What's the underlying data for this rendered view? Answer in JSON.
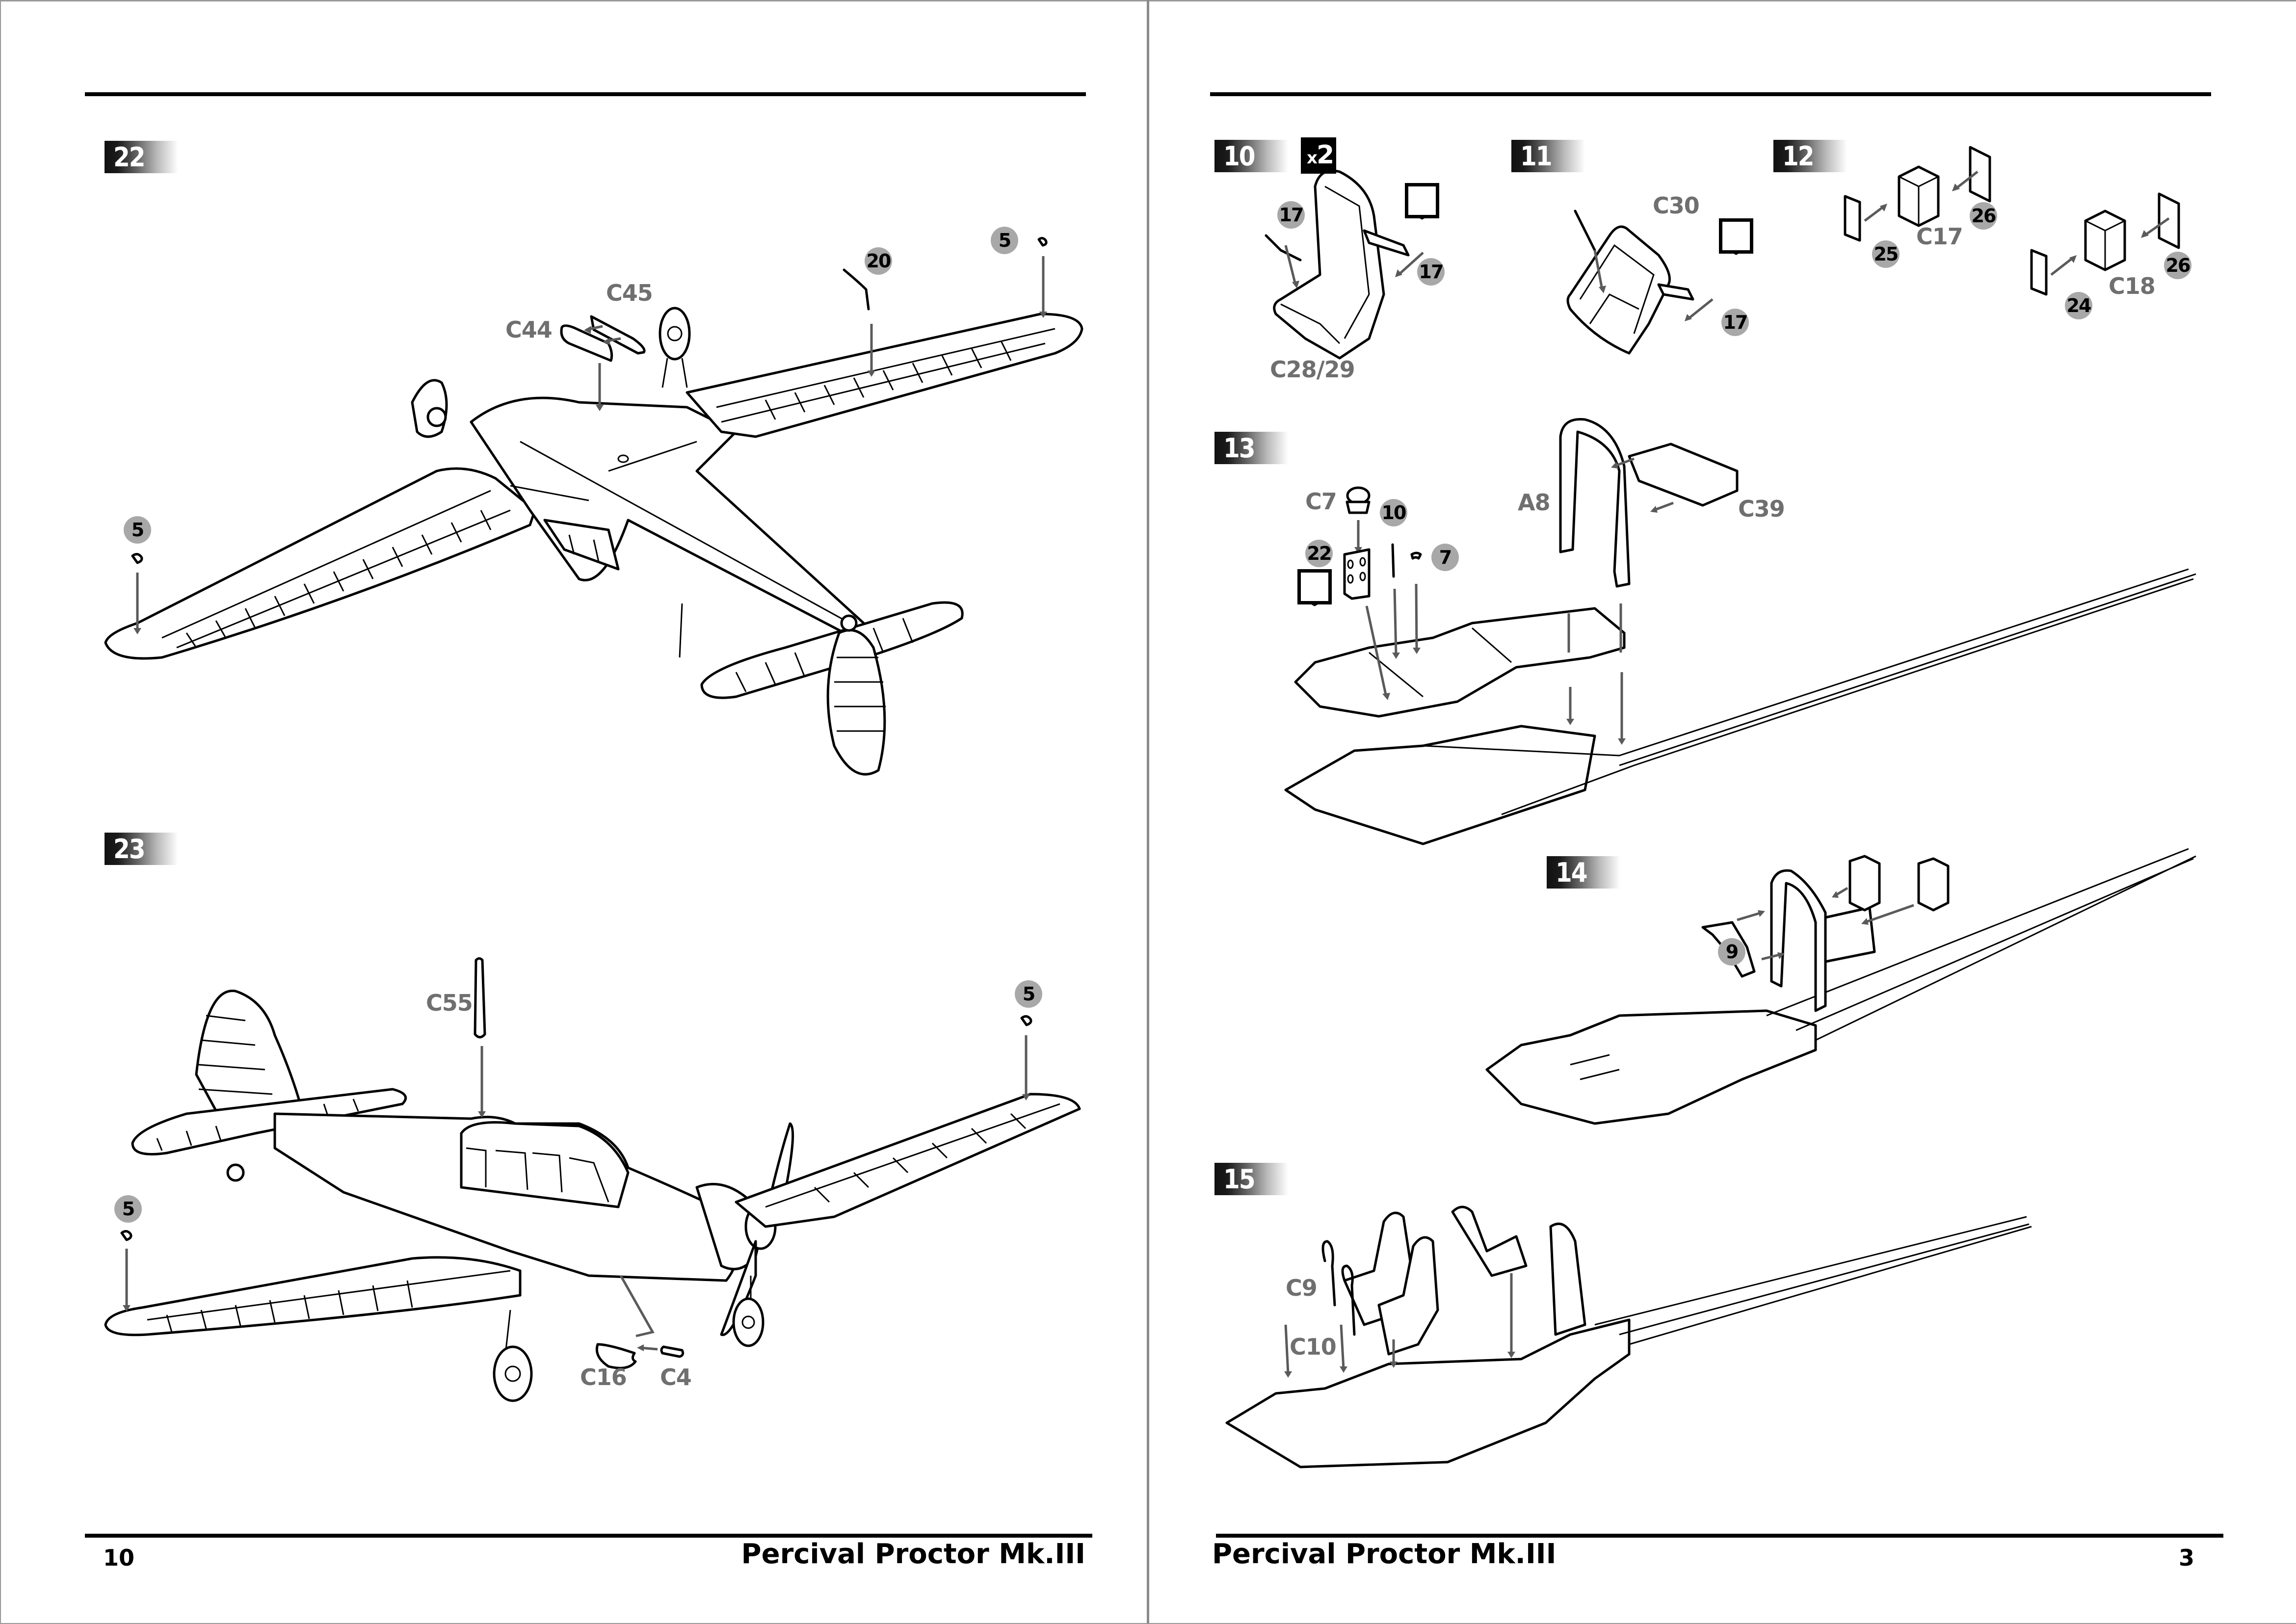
{
  "document": "Model kit assembly instructions spread",
  "left_page": {
    "page_number": "10",
    "footer_title": "Percival Proctor Mk.III",
    "steps": [
      {
        "number": "22",
        "parts": [
          "C44",
          "C45"
        ],
        "callouts": [
          "20",
          "5",
          "5"
        ]
      },
      {
        "number": "23",
        "parts": [
          "C55",
          "C16",
          "C4"
        ],
        "callouts": [
          "5",
          "5"
        ]
      }
    ]
  },
  "right_page": {
    "page_number": "3",
    "footer_title": "Percival Proctor Mk.III",
    "steps": [
      {
        "number": "10",
        "multiplier": {
          "prefix": "x",
          "count": "2"
        },
        "parts": [
          "C28/29"
        ],
        "callouts": [
          "17",
          "17"
        ],
        "icons": [
          "underside-attach-icon"
        ]
      },
      {
        "number": "11",
        "parts": [
          "C30"
        ],
        "callouts": [
          "17"
        ],
        "icons": [
          "underside-attach-icon"
        ]
      },
      {
        "number": "12",
        "parts": [
          "C17",
          "C18"
        ],
        "callouts": [
          "25",
          "26",
          "24",
          "26"
        ]
      },
      {
        "number": "13",
        "parts": [
          "C7",
          "A8",
          "C39"
        ],
        "callouts": [
          "10",
          "22",
          "7"
        ],
        "icons": [
          "underside-attach-icon"
        ]
      },
      {
        "number": "14",
        "parts": [],
        "callouts": [
          "9"
        ]
      },
      {
        "number": "15",
        "parts": [
          "C9",
          "C10"
        ],
        "callouts": []
      }
    ]
  },
  "colors": {
    "rule": "#000000",
    "callout_fill": "#a8a8a8",
    "part_label": "#6f6f6f",
    "arrow": "#5a5a5a"
  }
}
